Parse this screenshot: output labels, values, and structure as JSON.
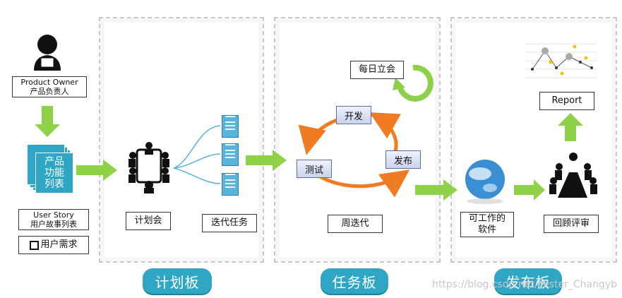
{
  "product_owner": {
    "name_en": "Product Owner",
    "name_cn": "产品负责人"
  },
  "backlog_stack": {
    "line1": "产品",
    "line2": "功能",
    "line3": "列表"
  },
  "user_story": {
    "line1": "User Story",
    "line2": "用户故事列表"
  },
  "user_need": {
    "label": "用户需求"
  },
  "planning": {
    "meeting": "计划会",
    "tasks": "迭代任务",
    "tab": "计划板"
  },
  "task_board": {
    "daily": "每日立会",
    "develop": "开发",
    "test": "测试",
    "release": "发布",
    "iteration": "周迭代",
    "tab": "任务板"
  },
  "release_board": {
    "software_line1": "可工作的",
    "software_line2": "软件",
    "review": "回顾评审",
    "report": "Report",
    "tab": "发布板"
  },
  "watermark": "https://blog.csdn.net/Mister_Changyb",
  "colors": {
    "arrow_green": "#8fd147",
    "cycle_orange": "#f07b22",
    "tab_blue": "#2fa7c4",
    "refresh_green": "#8ed04a"
  }
}
